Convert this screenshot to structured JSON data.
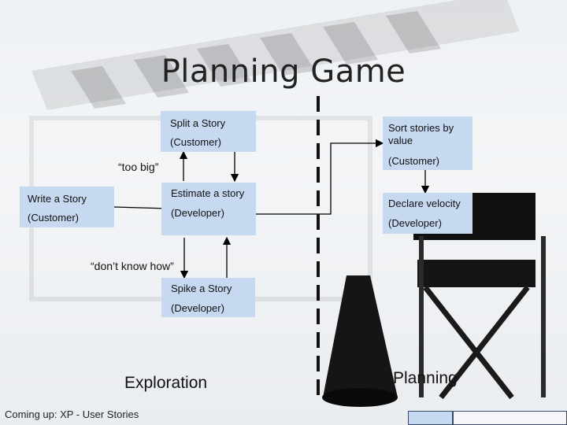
{
  "title": "Planning Game",
  "boxes": {
    "split": {
      "line1": "Split a Story",
      "line2": "(Customer)"
    },
    "write": {
      "line1": "Write a Story",
      "line2": "(Customer)"
    },
    "estimate": {
      "line1": "Estimate a story",
      "line2": "(Developer)"
    },
    "spike": {
      "line1": "Spike a Story",
      "line2": "(Developer)"
    },
    "sort": {
      "line1": "Sort stories by",
      "line1b": "value",
      "line2": "(Customer)"
    },
    "declare": {
      "line1": "Declare velocity",
      "line2": "(Developer)"
    }
  },
  "notes": {
    "too_big": "“too big”",
    "dont_know": "“don’t know how”"
  },
  "phases": {
    "exploration": "Exploration",
    "planning": "Planning"
  },
  "footer": "Coming up: XP - User Stories",
  "colors": {
    "box_fill": "#c6d9f1",
    "arrow": "#000000",
    "divider": "#111111"
  }
}
